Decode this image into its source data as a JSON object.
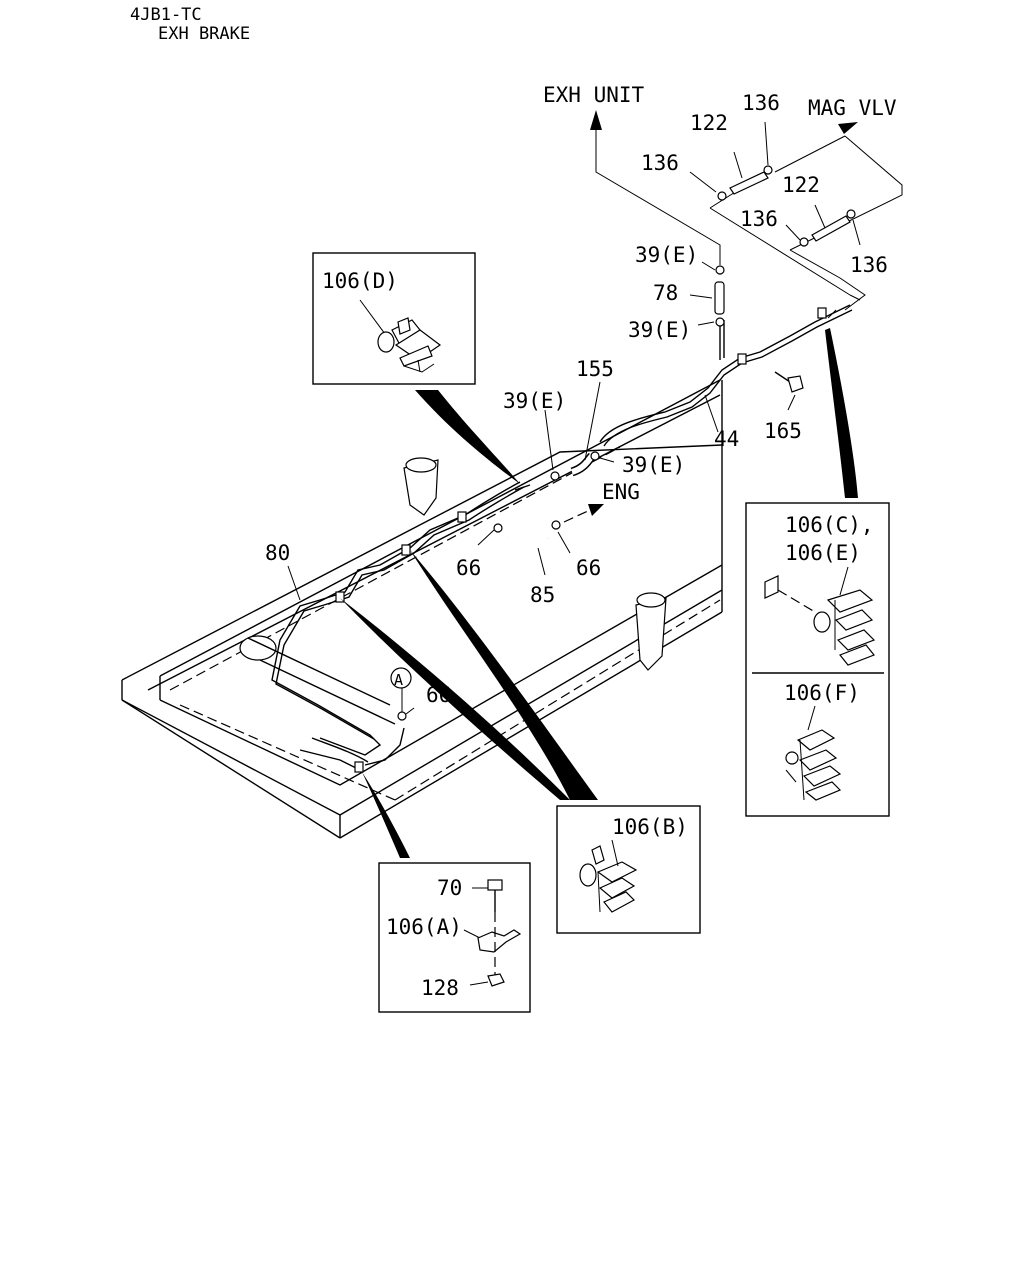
{
  "header": {
    "line1": "4JB1-TC",
    "line2": "EXH BRAKE"
  },
  "directions": {
    "exh_unit": "EXH UNIT",
    "mag_vlv": "MAG VLV",
    "eng": "ENG"
  },
  "callouts": {
    "c122a": "122",
    "c122b": "122",
    "c136a": "136",
    "c136b": "136",
    "c136c": "136",
    "c136d": "136",
    "c39a": "39(E)",
    "c39b": "39(E)",
    "c39c": "39(E)",
    "c39d": "39(E)",
    "c78": "78",
    "c155": "155",
    "c165": "165",
    "c44": "44",
    "c80": "80",
    "c66a": "66",
    "c66b": "66",
    "c66c": "66",
    "c85": "85",
    "circle_a": "A"
  },
  "insets": {
    "d": {
      "label": "106(D)"
    },
    "ce": {
      "label1": "106(C),",
      "label2": "106(E)",
      "label3": "106(F)"
    },
    "b": {
      "label": "106(B)"
    },
    "a": {
      "c70": "70",
      "c106a": "106(A)",
      "c128": "128"
    }
  }
}
